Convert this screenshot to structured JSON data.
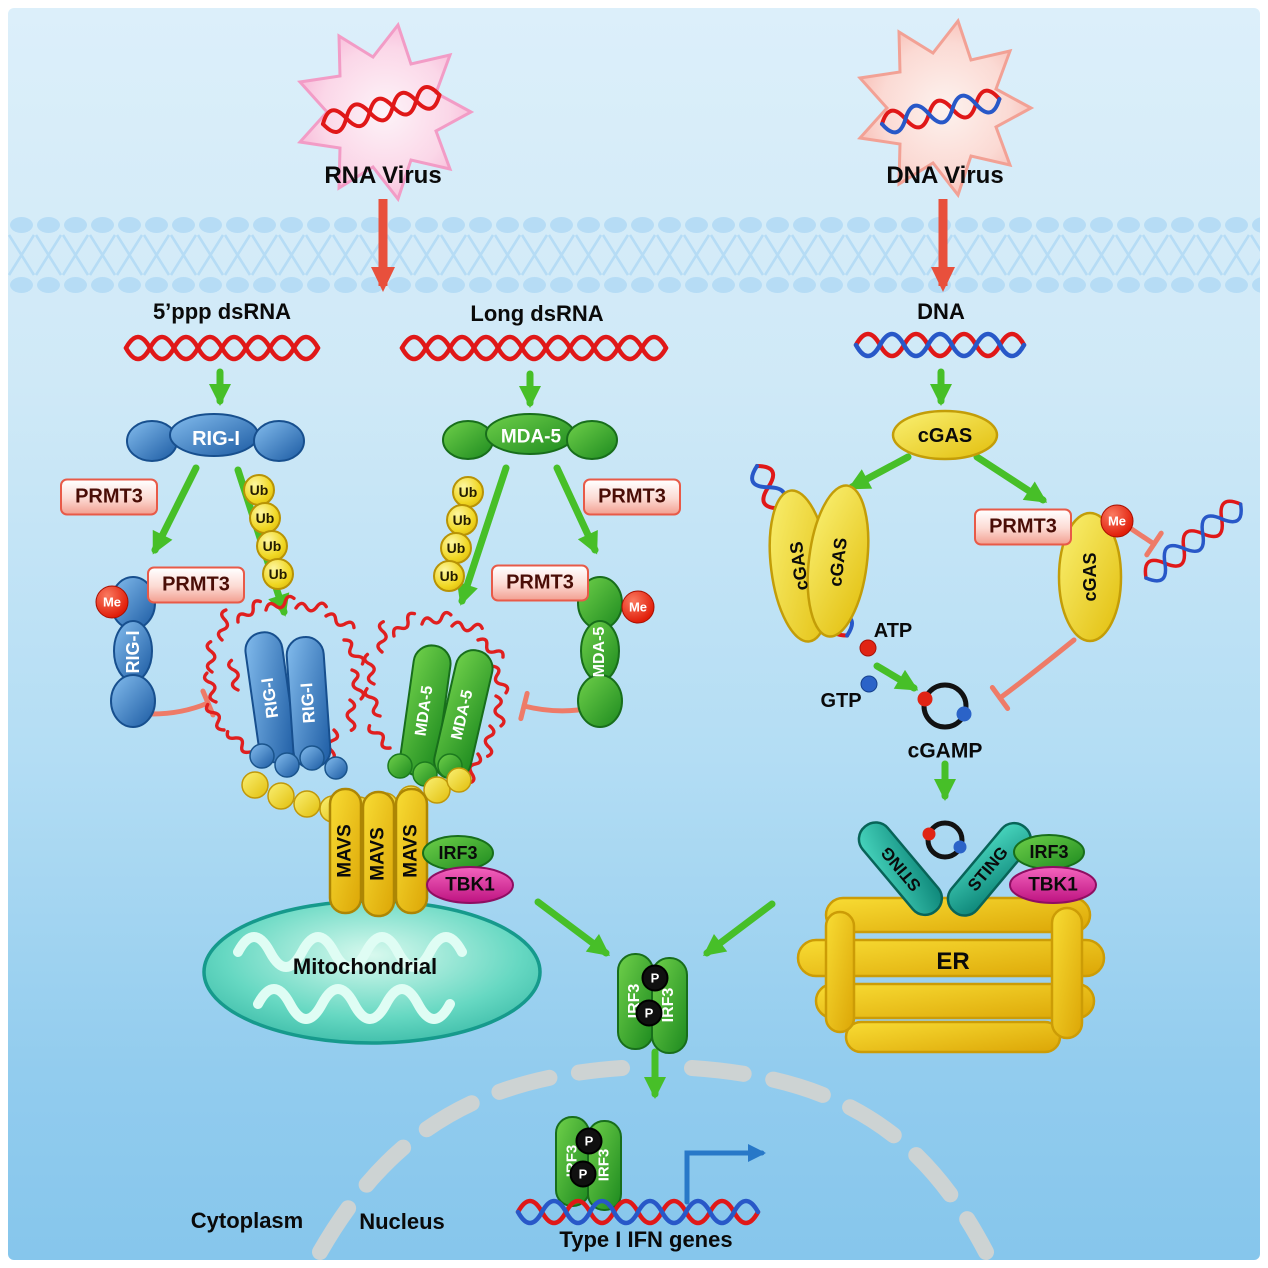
{
  "viruses": {
    "rna": "RNA Virus",
    "dna": "DNA Virus"
  },
  "ligands": {
    "ppp_dsrna": "5’ppp dsRNA",
    "long_dsrna": "Long dsRNA",
    "dna": "DNA"
  },
  "sensors": {
    "rig_i": "RIG-I",
    "mda_5": "MDA-5",
    "cgas": "cGAS"
  },
  "enzymes": {
    "prmt3": "PRMT3"
  },
  "tags": {
    "me": "Me",
    "ub": "Ub",
    "p": "P"
  },
  "adaptors": {
    "mavs": "MAVS",
    "irf3": "IRF3",
    "tbk1": "TBK1",
    "sting": "STING"
  },
  "molecules": {
    "atp": "ATP",
    "gtp": "GTP",
    "cgamp": "cGAMP"
  },
  "organelles": {
    "mitochondrial": "Mitochondrial",
    "er": "ER"
  },
  "compartments": {
    "cytoplasm": "Cytoplasm",
    "nucleus": "Nucleus"
  },
  "output": {
    "type_i_ifn": "Type I IFN genes"
  },
  "colors": {
    "background_top": "#dceffa",
    "background_bottom": "#86c6ec",
    "membrane": "#b2daf4",
    "activation_arrow": "#47bf28",
    "inhibition": "#ee7b68",
    "virus_arrow": "#e8503c",
    "rna_strand": "#e01818",
    "dna_strand_blue": "#2858c8"
  }
}
